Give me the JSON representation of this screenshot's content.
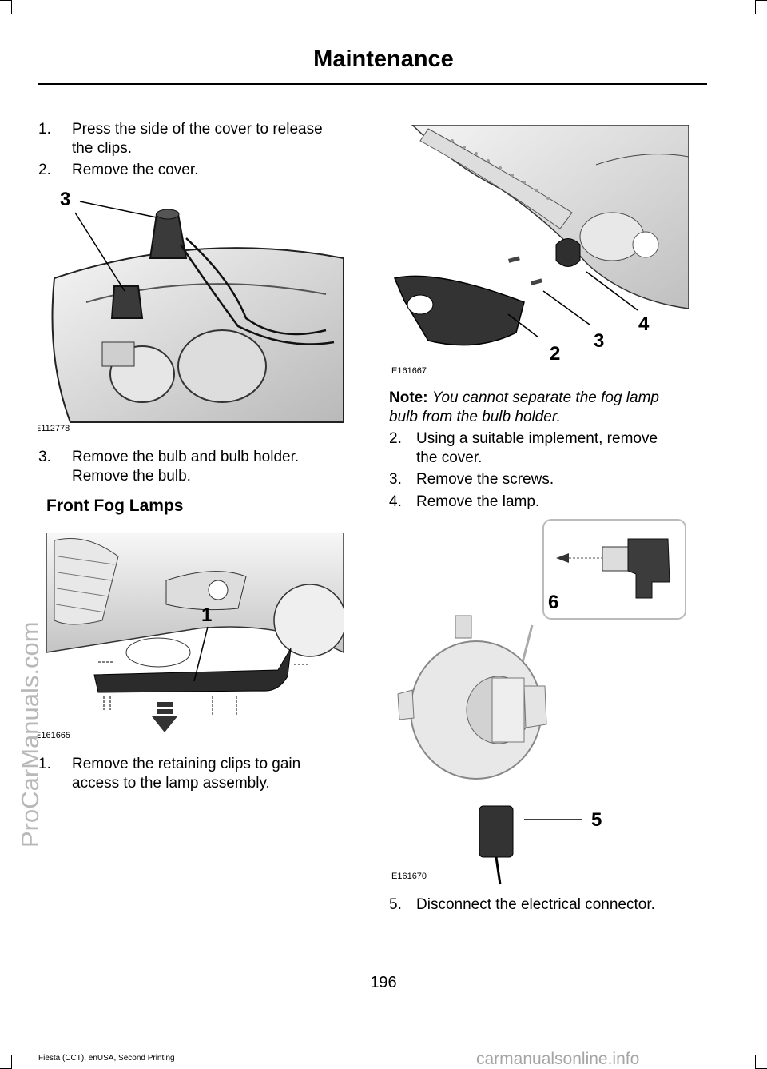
{
  "header": {
    "title": "Maintenance"
  },
  "left_column": {
    "steps_a": [
      {
        "num": "1.",
        "lines": [
          "Press the side of the cover to release",
          "the clips."
        ]
      },
      {
        "num": "2.",
        "lines": [
          "Remove the cover."
        ]
      }
    ],
    "figure_1": {
      "code": "E112778",
      "callouts": [
        "3"
      ]
    },
    "step_3": {
      "num": "3.",
      "lines": [
        "Remove the bulb and bulb holder.",
        "Remove the bulb."
      ]
    },
    "section_heading": "Front Fog Lamps",
    "figure_2": {
      "code": "E161665",
      "callouts": [
        "1"
      ]
    },
    "step_b1": {
      "num": "1.",
      "lines": [
        "Remove the retaining clips to gain",
        "access to the lamp assembly."
      ]
    }
  },
  "right_column": {
    "figure_3": {
      "code": "E161667",
      "callouts": [
        "4",
        "3",
        "2"
      ]
    },
    "note": {
      "label": "Note:",
      "lines": [
        "You cannot separate the fog lamp",
        "bulb from the bulb holder."
      ]
    },
    "steps": [
      {
        "num": "2.",
        "lines": [
          "Using a suitable implement, remove",
          "the cover."
        ]
      },
      {
        "num": "3.",
        "lines": [
          "Remove the screws."
        ]
      },
      {
        "num": "4.",
        "lines": [
          "Remove the lamp."
        ]
      }
    ],
    "figure_4": {
      "code": "E161670",
      "callouts": [
        "6",
        "5"
      ]
    },
    "step_5": {
      "num": "5.",
      "lines": [
        "Disconnect the electrical connector."
      ]
    }
  },
  "page_number": "196",
  "footer": "Fiesta (CCT), enUSA, Second Printing",
  "watermarks": {
    "side": "ProCarManuals.com",
    "bottom": "carmanualsonline.info"
  },
  "colors": {
    "illustration_light": "#f2f2f2",
    "illustration_mid": "#cfcfcf",
    "illustration_dark": "#3a3a3a"
  }
}
